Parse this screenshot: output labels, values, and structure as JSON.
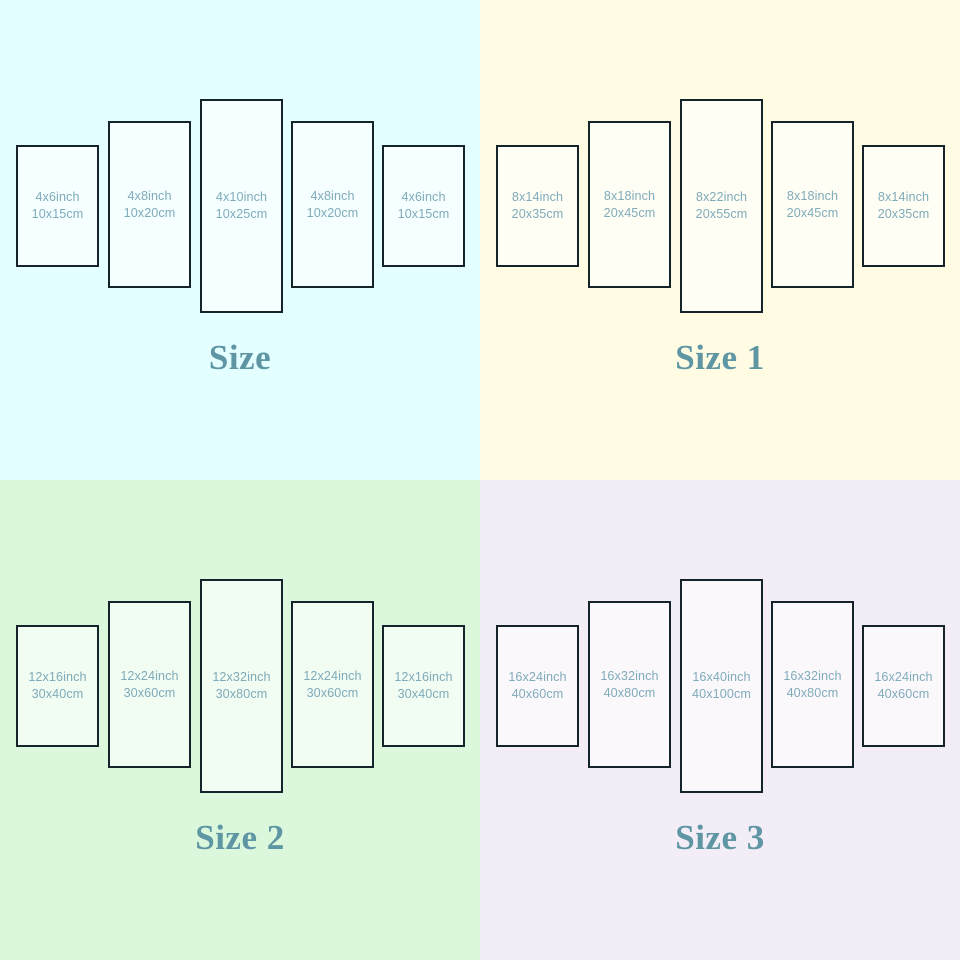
{
  "poster": {
    "layout": "2x2 grid of canvas size charts",
    "panel_count_per_group": 5
  },
  "quadrants": [
    {
      "id": "size",
      "title": "Size",
      "background_color": "#e4ffff",
      "title_color": "#5f96a3",
      "label_color": "#7fabba",
      "border_color": "#15232b",
      "panels": [
        {
          "inch": "4x6inch",
          "cm": "10x15cm"
        },
        {
          "inch": "4x8inch",
          "cm": "10x20cm"
        },
        {
          "inch": "4x10inch",
          "cm": "10x25cm"
        },
        {
          "inch": "4x8inch",
          "cm": "10x20cm"
        },
        {
          "inch": "4x6inch",
          "cm": "10x15cm"
        }
      ]
    },
    {
      "id": "size-1",
      "title": "Size 1",
      "background_color": "#fffce3",
      "title_color": "#5f96a3",
      "label_color": "#7fabba",
      "border_color": "#15232b",
      "panels": [
        {
          "inch": "8x14inch",
          "cm": "20x35cm"
        },
        {
          "inch": "8x18inch",
          "cm": "20x45cm"
        },
        {
          "inch": "8x22inch",
          "cm": "20x55cm"
        },
        {
          "inch": "8x18inch",
          "cm": "20x45cm"
        },
        {
          "inch": "8x14inch",
          "cm": "20x35cm"
        }
      ]
    },
    {
      "id": "size-2",
      "title": "Size 2",
      "background_color": "#dbf8dd",
      "title_color": "#5f96a3",
      "label_color": "#7fabba",
      "border_color": "#15232b",
      "panels": [
        {
          "inch": "12x16inch",
          "cm": "30x40cm"
        },
        {
          "inch": "12x24inch",
          "cm": "30x60cm"
        },
        {
          "inch": "12x32inch",
          "cm": "30x80cm"
        },
        {
          "inch": "12x24inch",
          "cm": "30x60cm"
        },
        {
          "inch": "12x16inch",
          "cm": "30x40cm"
        }
      ]
    },
    {
      "id": "size-3",
      "title": "Size 3",
      "background_color": "#f3edf7",
      "title_color": "#5f96a3",
      "label_color": "#7fabba",
      "border_color": "#15232b",
      "panels": [
        {
          "inch": "16x24inch",
          "cm": "40x60cm"
        },
        {
          "inch": "16x32inch",
          "cm": "40x80cm"
        },
        {
          "inch": "16x40inch",
          "cm": "40x100cm"
        },
        {
          "inch": "16x32inch",
          "cm": "40x80cm"
        },
        {
          "inch": "16x24inch",
          "cm": "40x60cm"
        }
      ]
    }
  ]
}
